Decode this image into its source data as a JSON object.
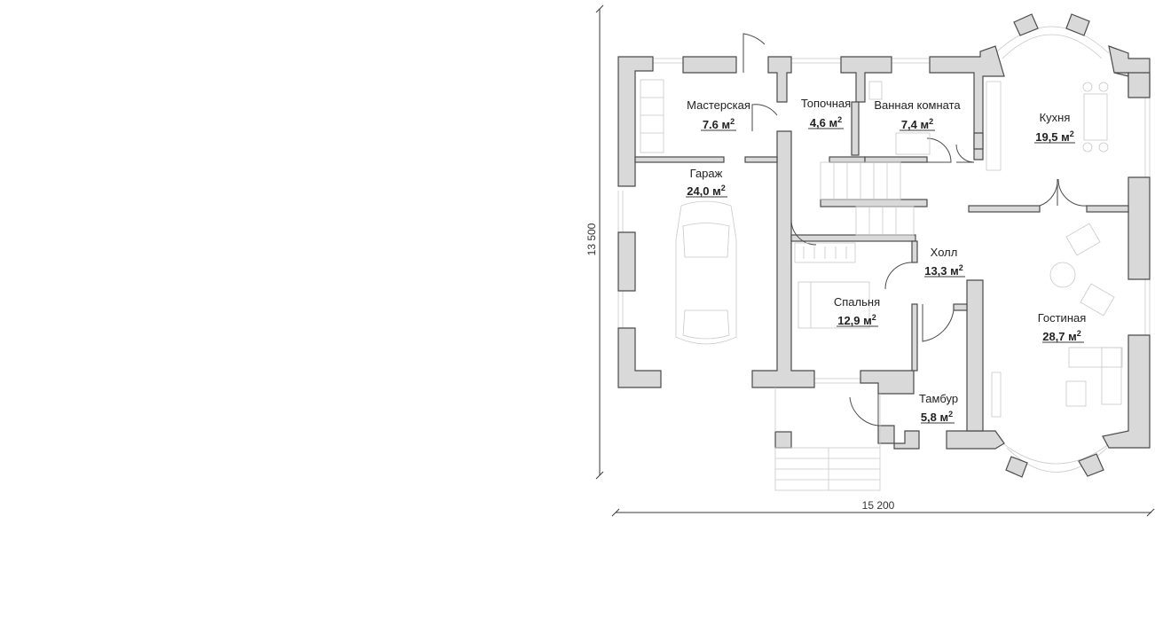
{
  "dimensions": {
    "width": "15 200",
    "height": "13 500"
  },
  "rooms": [
    {
      "id": "masterskaya",
      "name": "Мастерская",
      "area": "7.6 м",
      "sup": "2"
    },
    {
      "id": "topochnaya",
      "name": "Топочная",
      "area": "4,6 м",
      "sup": "2"
    },
    {
      "id": "vannaya",
      "name": "Ванная комната",
      "area": "7,4 м",
      "sup": "2"
    },
    {
      "id": "kukhnya",
      "name": "Кухня",
      "area": "19,5 м",
      "sup": "2"
    },
    {
      "id": "garazh",
      "name": "Гараж",
      "area": "24,0 м",
      "sup": "2"
    },
    {
      "id": "kholl",
      "name": "Холл",
      "area": "13,3 м",
      "sup": "2"
    },
    {
      "id": "spalnya",
      "name": "Спальня",
      "area": "12,9 м",
      "sup": "2"
    },
    {
      "id": "gostinaya",
      "name": "Гостиная",
      "area": "28,7 м",
      "sup": "2"
    },
    {
      "id": "tambur",
      "name": "Тамбур",
      "area": "5,8 м",
      "sup": "2"
    }
  ]
}
